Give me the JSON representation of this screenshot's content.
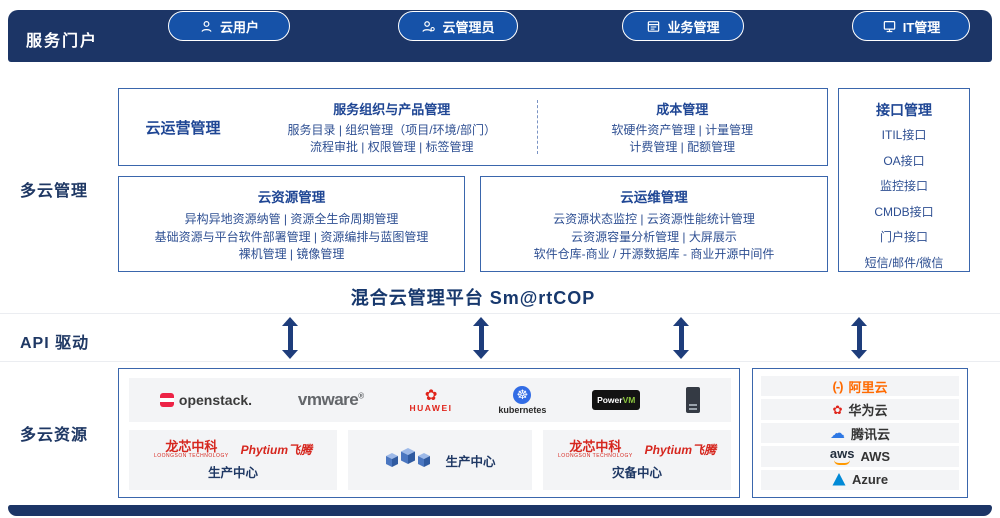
{
  "colors": {
    "navy_bar": "#1c3566",
    "button_blue": "#1652a8",
    "box_border": "#3a66ac",
    "title_text": "#1f4694",
    "body_text": "#2e4f92",
    "arrow": "#1e3d7b",
    "huawei_red": "#e0241b",
    "kubernetes_blue": "#326ce5",
    "alibaba_orange": "#ff6a00",
    "tencent_blue": "#2e78e4",
    "azure_blue": "#0089d6",
    "aws_orange": "#ff9900"
  },
  "portal": {
    "label": "服务门户",
    "buttons": [
      {
        "label": "云用户"
      },
      {
        "label": "云管理员"
      },
      {
        "label": "业务管理"
      },
      {
        "label": "IT管理"
      }
    ]
  },
  "management": {
    "label": "多云管理",
    "platform_title": "混合云管理平台 Sm@rtCOP",
    "operation": {
      "title": "云运营管理",
      "service": {
        "title": "服务组织与产品管理",
        "line1": "服务目录 | 组织管理（项目/环境/部门）",
        "line2": "流程审批 | 权限管理 | 标签管理"
      },
      "cost": {
        "title": "成本管理",
        "line1": "软硬件资产管理 | 计量管理",
        "line2": "计费管理 | 配额管理"
      }
    },
    "resource": {
      "title": "云资源管理",
      "line1": "异构异地资源纳管 | 资源全生命周期管理",
      "line2": "基础资源与平台软件部署管理 | 资源编排与蓝图管理",
      "line3": "裸机管理 | 镜像管理"
    },
    "ops": {
      "title": "云运维管理",
      "line1": "云资源状态监控 | 云资源性能统计管理",
      "line2": "云资源容量分析管理 | 大屏展示",
      "line3": "软件仓库-商业 / 开源数据库 - 商业开源中间件"
    },
    "interface": {
      "title": "接口管理",
      "items": [
        "ITIL接口",
        "OA接口",
        "监控接口",
        "CMDB接口",
        "门户接口",
        "短信/邮件/微信"
      ]
    }
  },
  "api": {
    "label": "API 驱动"
  },
  "resources": {
    "label": "多云资源",
    "logos": {
      "openstack": "openstack.",
      "vmware": "vmware",
      "vmware_reg": "®",
      "huawei": "HUAWEI",
      "kubernetes": "kubernetes",
      "powervm_power": "Power",
      "powervm_vm": "VM"
    },
    "centers": [
      {
        "vendor1": "龙芯中科",
        "vendor1_sub": "LOONGSON TECHNOLOGY",
        "vendor2": "Phytium飞腾",
        "label": "生产中心"
      },
      {
        "label": "生产中心"
      },
      {
        "vendor1": "龙芯中科",
        "vendor1_sub": "LOONGSON TECHNOLOGY",
        "vendor2": "Phytium飞腾",
        "label": "灾备中心"
      }
    ],
    "clouds": [
      {
        "label": "阿里云"
      },
      {
        "label": "华为云"
      },
      {
        "label": "腾讯云"
      },
      {
        "label": "AWS",
        "prefix": "aws"
      },
      {
        "label": "Azure"
      }
    ]
  },
  "icons": {
    "huawei_flower": "✿",
    "kubernetes_wheel": "☸",
    "tencent_cloud": "☁",
    "alibaba_mark": "(-)"
  }
}
